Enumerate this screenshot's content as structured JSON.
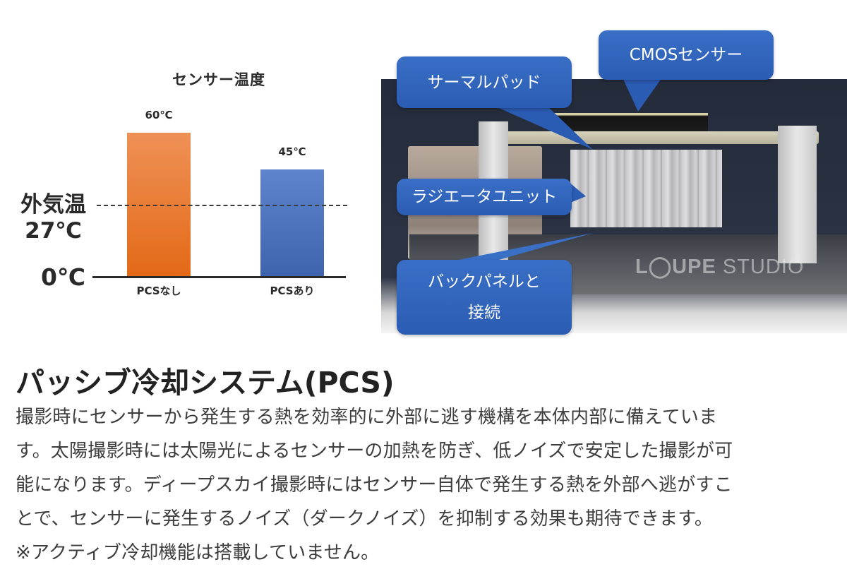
{
  "chart_data": {
    "type": "bar",
    "title": "センサー温度",
    "categories": [
      "PCSなし",
      "PCSあり"
    ],
    "values": [
      60,
      45
    ],
    "value_labels": [
      "60℃",
      "45℃"
    ],
    "unit": "℃",
    "series": [
      {
        "name": "センサー温度",
        "values": [
          60,
          45
        ],
        "colors": [
          "#e8772e",
          "#4d72bd"
        ]
      }
    ],
    "reference_line": {
      "label": "外気温 27℃",
      "value": 27,
      "style": "dashed"
    },
    "axis_labels": {
      "zero": "0℃"
    },
    "xlabel": "",
    "ylabel": "",
    "ylim": [
      0,
      60
    ],
    "grid": false,
    "legend": "none"
  },
  "chart": {
    "title": "センサー温度",
    "bars": [
      {
        "label": "PCSなし",
        "value_label": "60℃",
        "color": "#e8772e"
      },
      {
        "label": "PCSあり",
        "value_label": "45℃",
        "color": "#4d72bd"
      }
    ],
    "ambient_label_line1": "外気温",
    "ambient_label_line2": "27℃",
    "zero_label": "0℃"
  },
  "photo": {
    "watermark_bold": "L◯UPE",
    "watermark_light": " STUDIO",
    "callouts": {
      "cmos": "CMOSセンサー",
      "thermal_pad": "サーマルパッド",
      "radiator": "ラジエータユニット",
      "backpanel_line1": "バックパネルと",
      "backpanel_line2": "接続"
    },
    "callout_color": "#2f62b8"
  },
  "article": {
    "heading": "パッシブ冷却システム(PCS)",
    "lines": [
      "撮影時にセンサーから発生する熱を効率的に外部に逃す機構を本体内部に備えていま",
      "す。太陽撮影時には太陽光によるセンサーの加熱を防ぎ、低ノイズで安定した撮影が可",
      "能になります。ディープスカイ撮影時にはセンサー自体で発生する熱を外部へ逃がすこ",
      "とで、センサーに発生するノイズ（ダークノイズ）を抑制する効果も期待できます。",
      "※アクティブ冷却機能は搭載していません。"
    ]
  }
}
